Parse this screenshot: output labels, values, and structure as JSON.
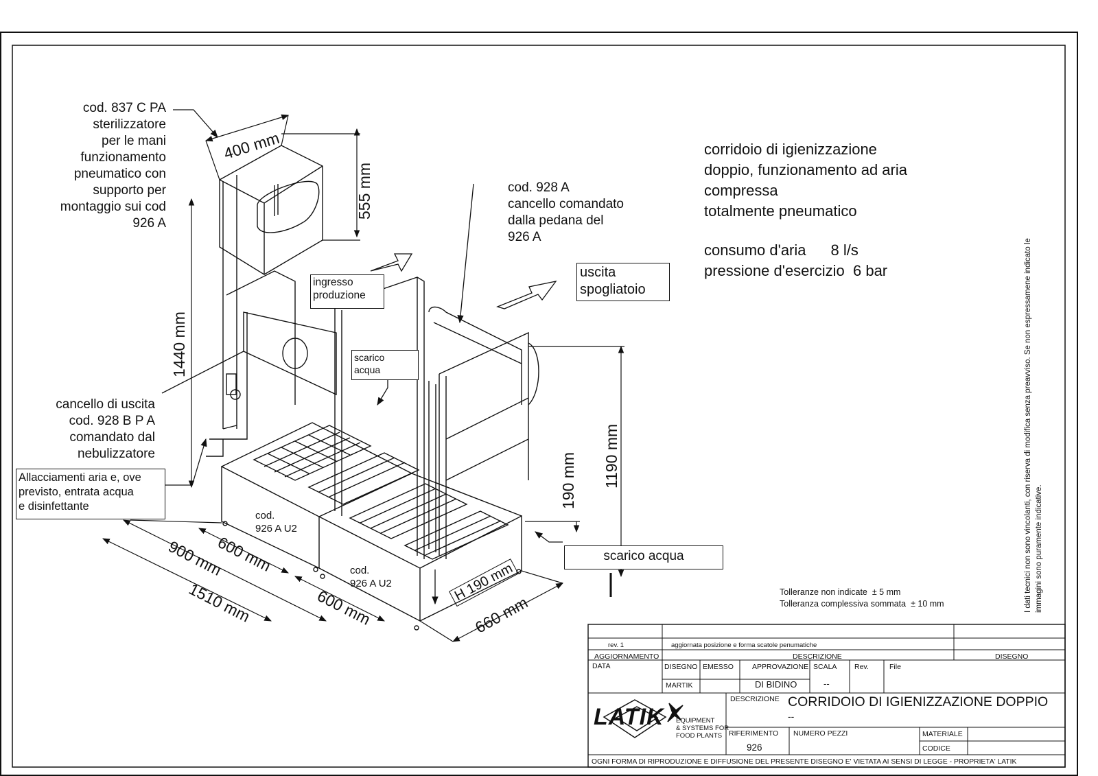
{
  "notes": {
    "hand_sterilizer": [
      "cod. 837 C PA",
      "sterilizzatore",
      "per le mani",
      "funzionamento",
      "pneumatico con",
      "supporto per",
      "montaggio sui cod",
      "926 A"
    ],
    "gate_928a": [
      "cod. 928 A",
      "cancello comandato",
      "dalla pedana del",
      "926 A"
    ],
    "exit_gate": [
      "cancello di uscita",
      "cod. 928 B P A",
      "comandato dal",
      "nebulizzatore"
    ],
    "connections": [
      "Allacciamenti aria e, ove",
      "previsto, entrata acqua",
      "e disinfettante"
    ],
    "entry_label": [
      "ingresso",
      "produzione"
    ],
    "exit_label": [
      "uscita",
      "spogliatoio"
    ],
    "drain_small": [
      "scarico",
      "acqua"
    ],
    "drain_large": "scarico acqua",
    "module_1": [
      "cod.",
      "926 A U2"
    ],
    "module_2": [
      "cod.",
      "926 A U2"
    ]
  },
  "description": {
    "lines": [
      "corridoio di igienizzazione",
      "doppio, funzionamento ad aria",
      "compressa",
      "totalmente pneumatico"
    ],
    "air_consumption_label": "consumo d'aria",
    "air_consumption_value": "8 l/s",
    "pressure_label": "pressione d'esercizio",
    "pressure_value": "6 bar"
  },
  "dimensions": {
    "d400": "400 mm",
    "d555": "555 mm",
    "d1440": "1440 mm",
    "d1190": "1190 mm",
    "d190": "190 mm",
    "d900": "900 mm",
    "d600a": "600 mm",
    "d600b": "600 mm",
    "d1510": "1510 mm",
    "d660": "660 mm",
    "h190": "H 190 mm"
  },
  "tolerances": {
    "line1_label": "Tolleranze non indicate",
    "line1_value": "± 5 mm",
    "line2_label": "Tolleranza complessiva sommata",
    "line2_value": "± 10 mm"
  },
  "disclaimer": [
    "I dati tecnici non sono vincolanti, con riserva di modifica senza preavviso. Se non espressamene indicato le",
    "immagini sono puramente indicative."
  ],
  "title_block": {
    "rev": "rev. 1",
    "rev_description": "aggiornata posizione e forma scatole penumatiche",
    "col_aggiornamento": "AGGIORNAMENTO",
    "col_descrizione": "DESCRIZIONE",
    "col_disegno": "DISEGNO",
    "h_data": "DATA",
    "h_disegno": "DISEGNO",
    "h_emesso": "EMESSO",
    "h_approvazione": "APPROVAZIONE",
    "h_scala": "SCALA",
    "h_rev": "Rev.",
    "h_file": "File",
    "v_disegno": "MARTIK",
    "v_approvazione": "DI BIDINO",
    "v_scala": "--",
    "h_descrizione": "DESCRIZIONE",
    "title": "CORRIDOIO DI IGIENIZZAZIONE DOPPIO",
    "subtitle": "--",
    "h_riferimento": "RIFERIMENTO",
    "v_riferimento": "926",
    "h_numero_pezzi": "NUMERO PEZZI",
    "h_materiale": "MATERIALE",
    "h_codice": "CODICE",
    "logo_text": "LATIK",
    "company_tagline": [
      "EQUIPMENT",
      "& SYSTEMS FOR",
      "FOOD PLANTS"
    ],
    "footer": "OGNI FORMA DI RIPRODUZIONE E DIFFUSIONE DEL PRESENTE DISEGNO E' VIETATA AI SENSI DI LEGGE - PROPRIETA' LATIK"
  }
}
